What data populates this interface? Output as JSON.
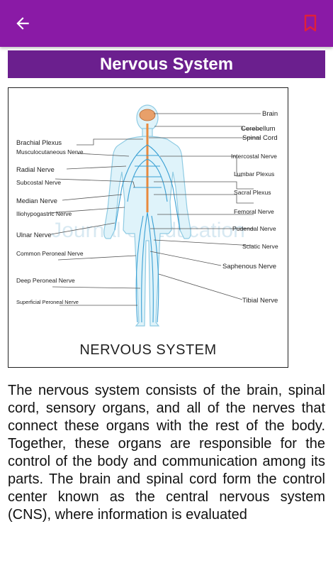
{
  "header": {
    "back_icon": "arrow-left-icon",
    "bookmark_icon": "bookmark-outline-icon",
    "bar_color": "#8a1aa6",
    "bookmark_color": "#e0203a"
  },
  "article": {
    "title": "Nervous System",
    "title_bg": "#6b1f8e",
    "figure": {
      "caption": "NERVOUS SYSTEM",
      "watermark": "Journal of Education",
      "labels_right": [
        "Brain",
        "Cerebellum",
        "Spinal Cord",
        "Intercostal Nerve",
        "Lumbar Plexus",
        "Sacral Plexus",
        "Femoral Nerve",
        "Pudendal Nerve",
        "Sciatic Nerve",
        "Saphenous Nerve",
        "Tibial Nerve"
      ],
      "labels_left": [
        "Brachial Plexus",
        "Musculocutaneous Nerve",
        "Radial Nerve",
        "Subcostal Nerve",
        "Median Nerve",
        "Iliohypogastric Nerve",
        "Ulnar Nerve",
        "Common Peroneal Nerve",
        "Deep Peroneal Nerve",
        "Superficial Peroneal Nerve"
      ]
    },
    "paragraph": "The nervous system consists of the brain, spinal cord, sensory organs, and all of the nerves that connect these organs with the rest of the body. Together, these organs are responsible for the control of the body and communication among its parts. The brain and spinal cord form the control center known as the central nervous system (CNS), where information is evaluated"
  }
}
